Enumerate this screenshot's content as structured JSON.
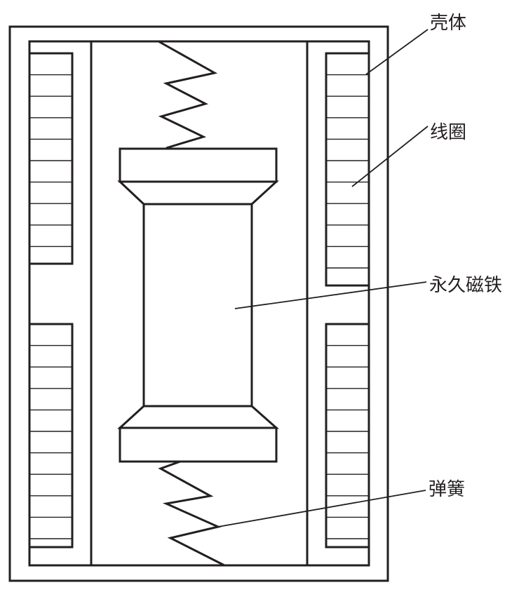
{
  "labels": {
    "housing": "壳体",
    "coil": "线圈",
    "magnet": "永久磁铁",
    "spring": "弹簧"
  },
  "colors": {
    "line": "#231f20",
    "background": "#ffffff"
  }
}
